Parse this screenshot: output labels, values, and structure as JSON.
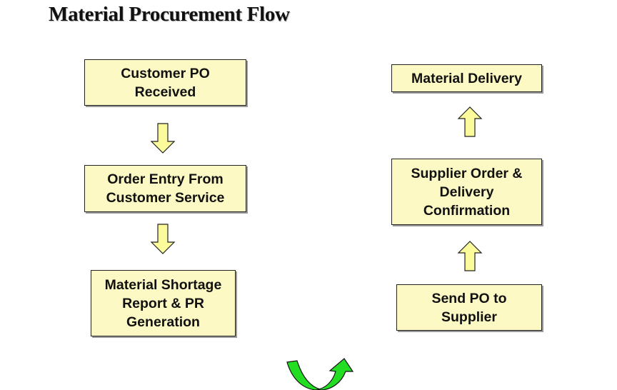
{
  "title": "Material Procurement Flow",
  "steps": {
    "customer_po": "Customer PO\nReceived",
    "order_entry": "Order Entry From\nCustomer Service",
    "shortage_report": "Material Shortage\nReport & PR\nGeneration",
    "send_po": "Send PO to\nSupplier",
    "supplier_confirmation": "Supplier Order &\nDelivery\nConfirmation",
    "material_delivery": "Material Delivery"
  },
  "colors": {
    "box_fill": "#fdf9c4",
    "arrow_fill": "#fbfb9c",
    "turn_arrow_fill": "#22dd22",
    "outline": "#222222"
  }
}
